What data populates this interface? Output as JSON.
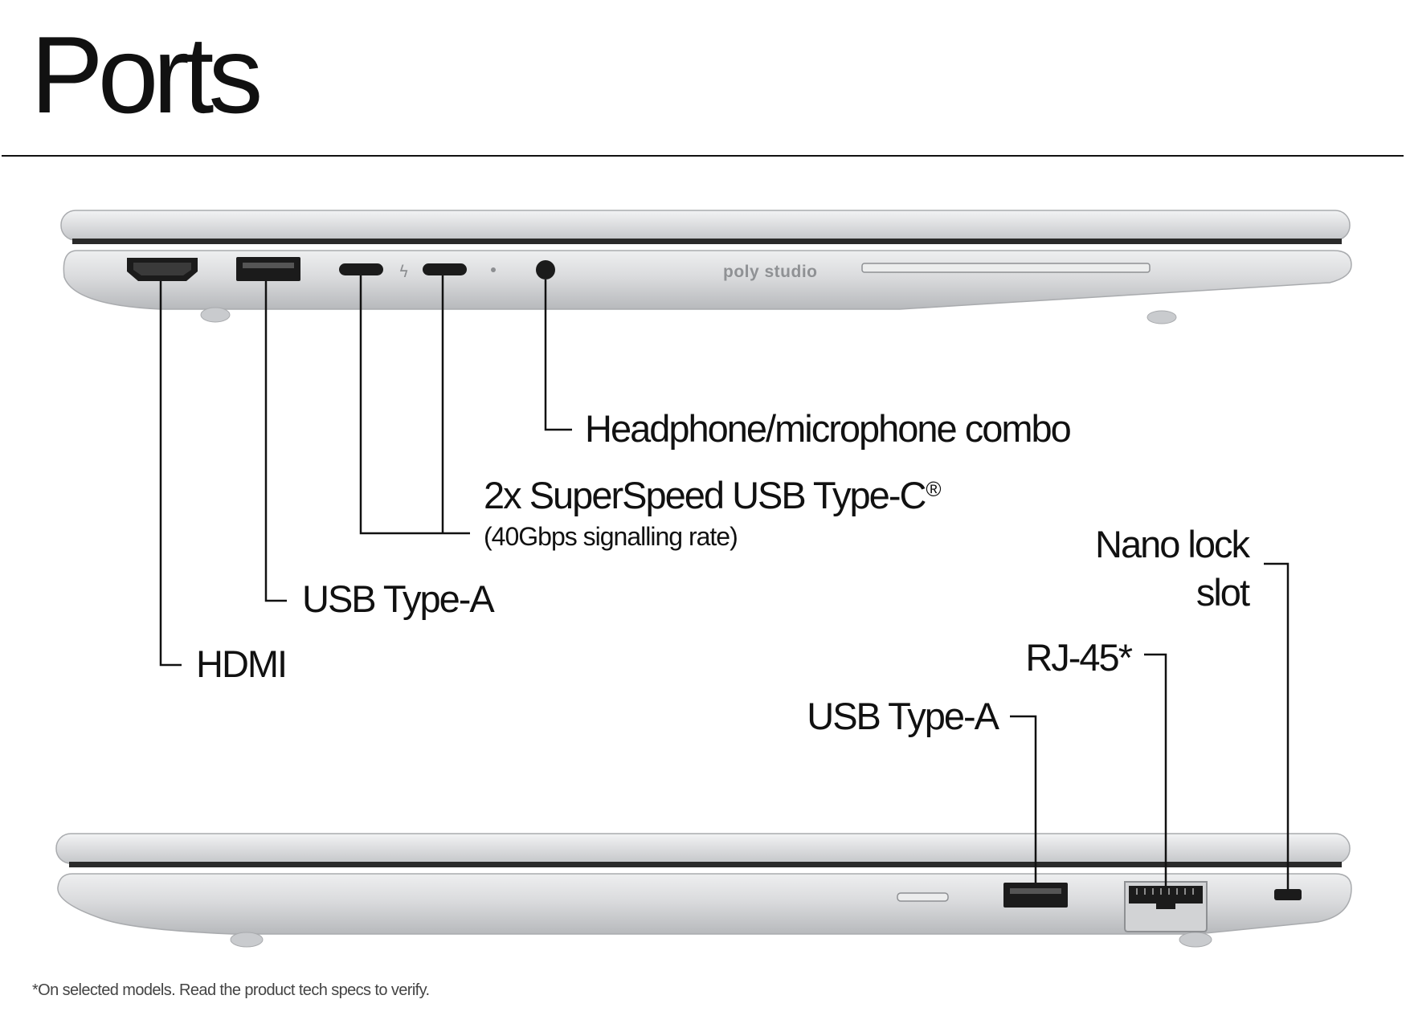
{
  "title": "Ports",
  "top_view": {
    "brand_logo_text": "poly studio",
    "labels": {
      "headphone": "Headphone/microphone combo",
      "usb_c": "2x SuperSpeed USB Type-C",
      "usb_c_registered": "®",
      "usb_c_rate": "(40Gbps signalling rate)",
      "usb_a": "USB Type-A",
      "hdmi": "HDMI"
    }
  },
  "bottom_view": {
    "labels": {
      "nano_lock_line1": "Nano lock",
      "nano_lock_line2": "slot",
      "rj45": "RJ-45*",
      "usb_a": "USB Type-A"
    }
  },
  "footnote": "*On selected models. Read the product tech specs to verify.",
  "colors": {
    "laptop_silver": "#d9dadc",
    "laptop_shade": "#b9bbbe",
    "port_dark": "#1b1b1b",
    "line": "#111111"
  }
}
